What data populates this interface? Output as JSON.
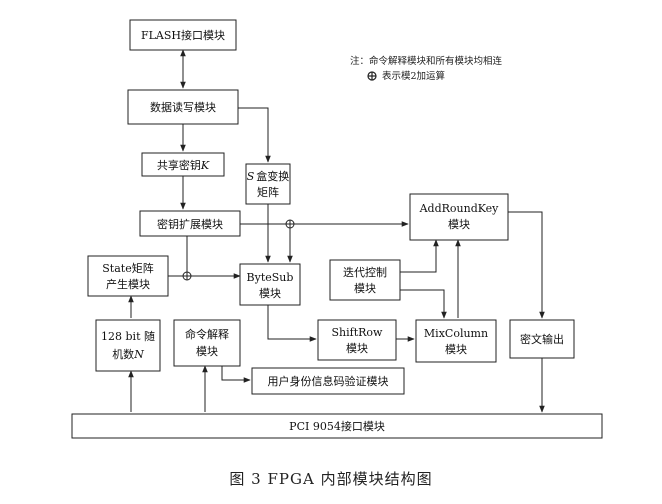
{
  "boxes": {
    "flash": "FLASH接口模块",
    "dataio": "数据读写模块",
    "sharedkey_prefix": "共享密钥",
    "sharedkey_var": "K",
    "sbox_var": "S",
    "sbox_l1": "盒变换",
    "sbox_l2": "矩阵",
    "keyexp": "密钥扩展模块",
    "addround_l1": "AddRoundKey",
    "addround_l2": "模块",
    "state_l1": "State矩阵",
    "state_l2": "产生模块",
    "bytesub_l1": "ByteSub",
    "bytesub_l2": "模块",
    "iter_l1": "迭代控制",
    "iter_l2": "模块",
    "rand_l1": "128 bit 随",
    "rand_l2_prefix": "机数",
    "rand_var": "N",
    "cmd_l1": "命令解释",
    "cmd_l2": "模块",
    "shiftrow_l1": "ShiftRow",
    "shiftrow_l2": "模块",
    "mixcol_l1": "MixColumn",
    "mixcol_l2": "模块",
    "cipher": "密文输出",
    "auth": "用户身份信息码验证模块",
    "pci": "PCI 9054接口模块"
  },
  "notes": {
    "line1": "注：命令解释模块和所有模块均相连",
    "line2": "表示模2加运算"
  },
  "caption": "图 3    FPGA 内部模块结构图"
}
